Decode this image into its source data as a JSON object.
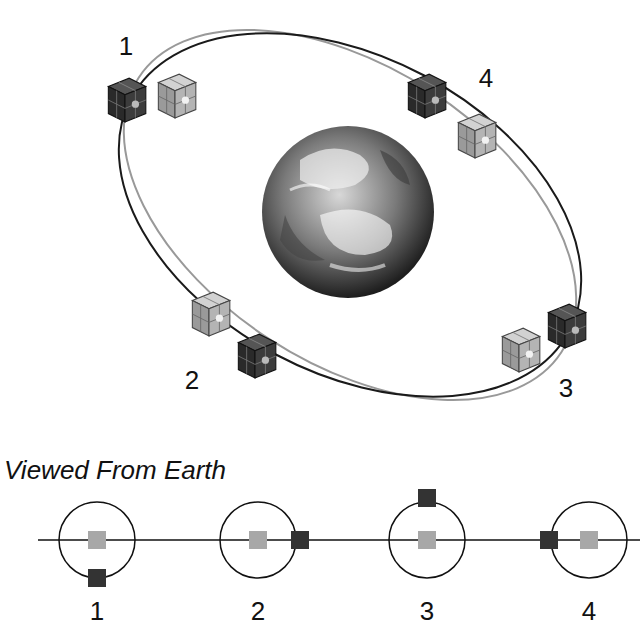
{
  "diagram": {
    "labels": [
      "1",
      "4",
      "2",
      "3",
      "Viewed From Earth",
      "1",
      "2",
      "3",
      "4"
    ]
  }
}
